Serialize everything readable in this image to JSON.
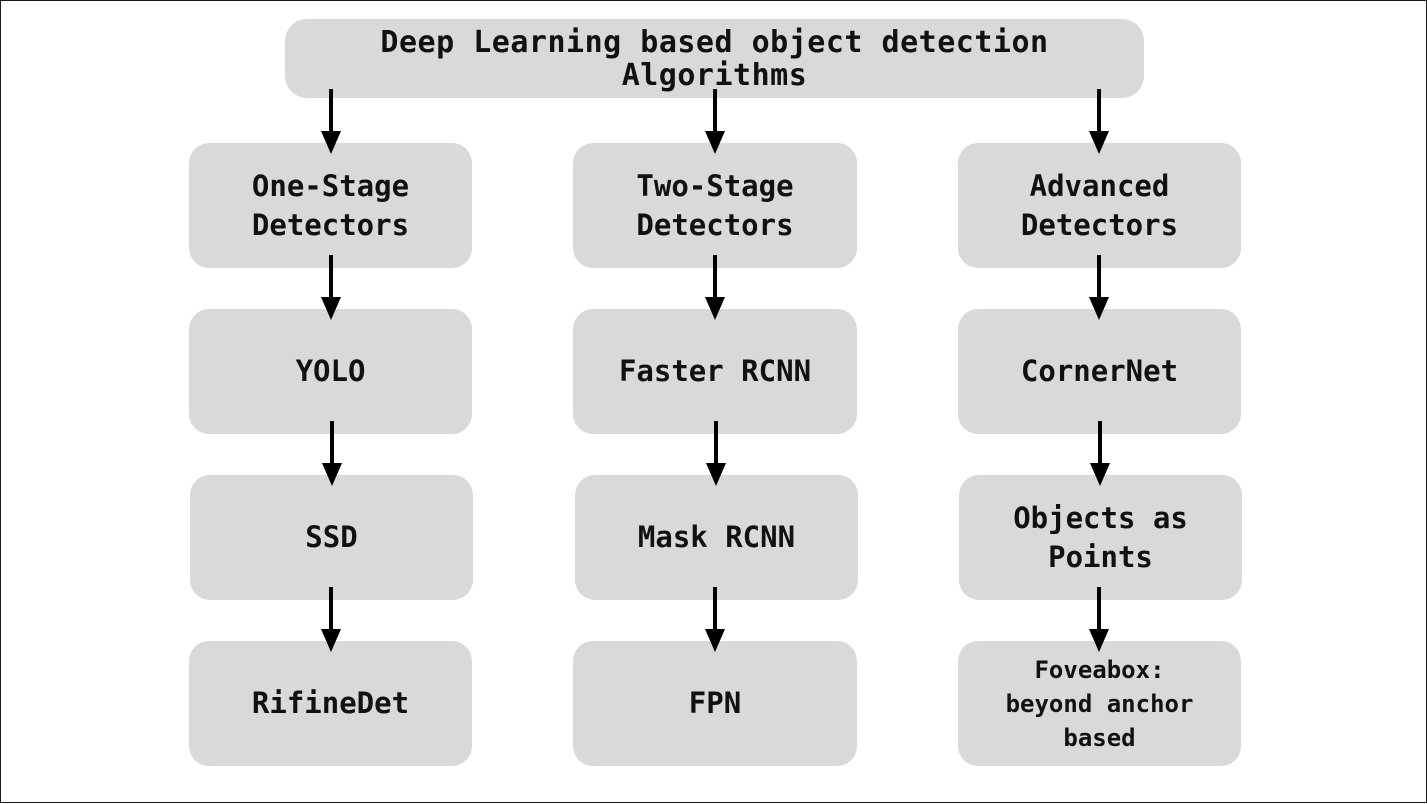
{
  "diagram": {
    "title": "Deep Learning based object detection Algorithms",
    "columns": [
      {
        "header": "One-Stage\nDetectors",
        "items": [
          "YOLO",
          "SSD",
          "RifineDet"
        ]
      },
      {
        "header": "Two-Stage\nDetectors",
        "items": [
          "Faster RCNN",
          "Mask RCNN",
          "FPN"
        ]
      },
      {
        "header": "Advanced\nDetectors",
        "items": [
          "CornerNet",
          "Objects as\nPoints",
          "Foveabox:\nbeyond anchor\nbased"
        ]
      }
    ]
  },
  "colors": {
    "box_fill": "#d9d9d9",
    "arrow": "#000000",
    "text": "#111111"
  }
}
